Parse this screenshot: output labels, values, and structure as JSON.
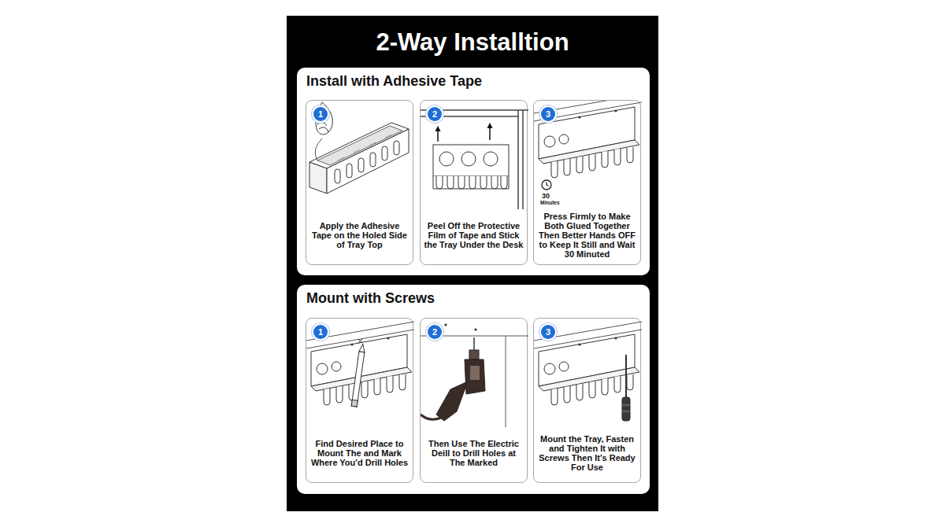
{
  "diagram": {
    "title": "2-Way Installtion",
    "nodes": [
      {
        "text": [
          "Install with Adhesive Tape"
        ]
      },
      {
        "text": [
          "Apply the Adhesive Tape on the Holed Side of Tray Top"
        ],
        "in": 0
      },
      {
        "text": [
          "1"
        ],
        "in": 1
      },
      {
        "text": [
          "Peel Off the Protective Film of Tape and Stick the Tray Under the Desk"
        ],
        "in": 0
      },
      {
        "text": [
          "2"
        ],
        "in": 3
      },
      {
        "text": [
          "Press Firmly to Make Both Glued Together Then Better Hands OFF to Keep It Still and Wait 30 Minuted"
        ],
        "in": 0
      },
      {
        "text": [
          "3"
        ],
        "in": 5
      },
      {
        "text": [
          "Mount with Screws"
        ]
      },
      {
        "text": [
          "Find Desired Place to Mount The and Mark Where You'd Drill Holes"
        ],
        "in": 7
      },
      {
        "text": [
          "1"
        ],
        "in": 8
      },
      {
        "text": [
          "Then Use The Electric Deill to Drill Holes at The Marked"
        ],
        "in": 7
      },
      {
        "text": [
          "2"
        ],
        "in": 10
      },
      {
        "text": [
          "Mount the Tray, Fasten and Tighten It with Screws Then It's Ready For Use"
        ],
        "in": 7
      },
      {
        "text": [
          "3"
        ],
        "in": 12
      }
    ],
    "labels": [
      "30",
      "Minutes"
    ]
  }
}
